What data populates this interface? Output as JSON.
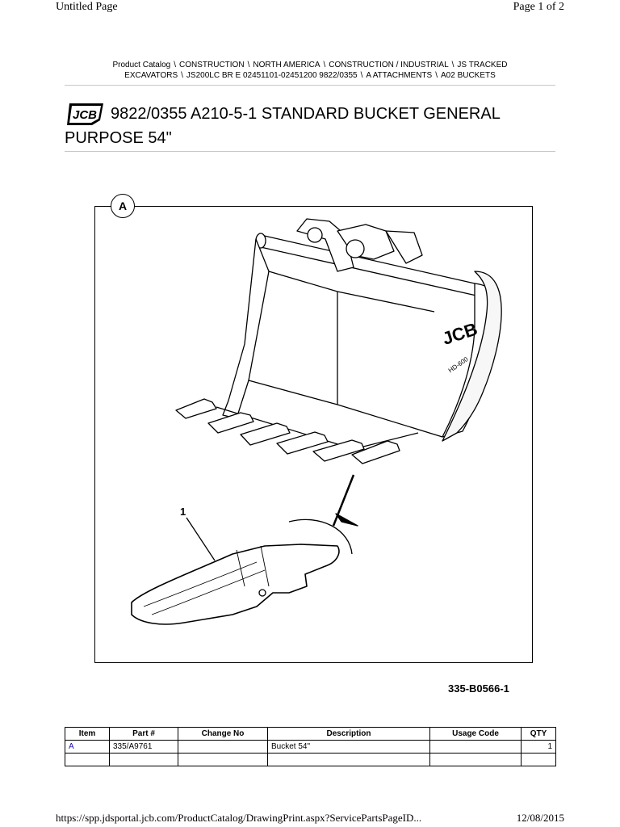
{
  "print_header": {
    "title": "Untitled Page",
    "page": "Page 1 of 2"
  },
  "breadcrumb": {
    "line1": [
      "Product Catalog",
      "CONSTRUCTION",
      "NORTH AMERICA",
      "CONSTRUCTION / INDUSTRIAL",
      "JS TRACKED"
    ],
    "line2": [
      "EXCAVATORS",
      "JS200LC BR E 02451101-02451200 9822/0355",
      "A ATTACHMENTS",
      "A02 BUCKETS"
    ],
    "separator": "\\"
  },
  "brand": {
    "logo_text": "JCB"
  },
  "page_title": "9822/0355 A210-5-1 STANDARD BUCKET GENERAL PURPOSE 54\"",
  "drawing": {
    "view_label": "A",
    "callout_number": "1",
    "figure_code": "335-B0566-1",
    "bucket_text": "JCB",
    "bucket_model": "HD-600"
  },
  "parts_table": {
    "columns": [
      "Item",
      "Part #",
      "Change No",
      "Description",
      "Usage Code",
      "QTY"
    ],
    "rows": [
      {
        "item": "A",
        "part": "335/A9761",
        "change": "",
        "description": "Bucket 54\"",
        "usage": "",
        "qty": "1"
      },
      {
        "item": "",
        "part": "",
        "change": "",
        "description": "",
        "usage": "",
        "qty": ""
      }
    ]
  },
  "print_footer": {
    "url": "https://spp.jdsportal.jcb.com/ProductCatalog/DrawingPrint.aspx?ServicePartsPageID...",
    "date": "12/08/2015"
  },
  "colors": {
    "link": "#1a0dab",
    "rule": "#c8c8c8"
  }
}
